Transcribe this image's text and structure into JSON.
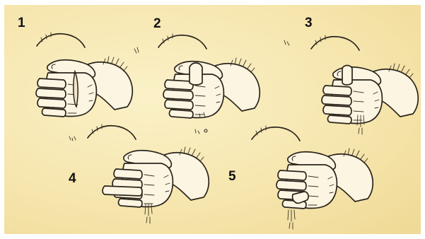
{
  "steps": [
    {
      "number": "1"
    },
    {
      "number": "2"
    },
    {
      "number": "3"
    },
    {
      "number": "4"
    },
    {
      "number": "5"
    }
  ],
  "colors": {
    "paper": "#f6e6ae",
    "ink": "#2a241c",
    "number": "#111111"
  }
}
